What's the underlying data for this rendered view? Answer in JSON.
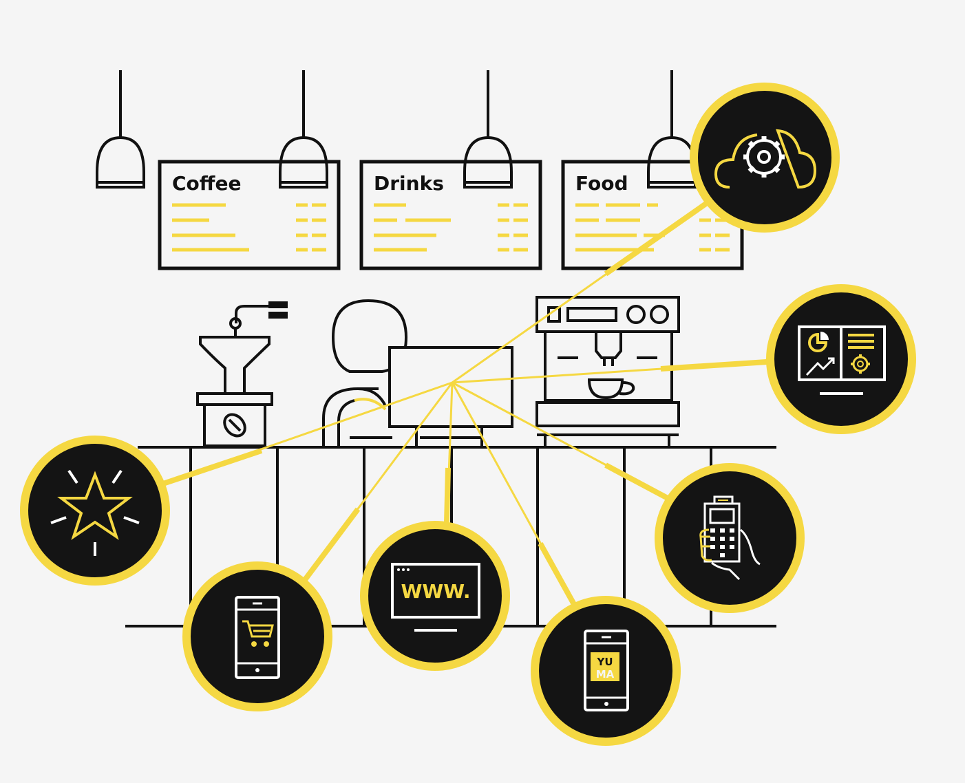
{
  "menu_boards": [
    {
      "title": "Coffee"
    },
    {
      "title": "Drinks"
    },
    {
      "title": "Food"
    }
  ],
  "badges": {
    "web": "WWW.",
    "app_top": "YU",
    "app_bottom": "MA"
  },
  "icons": [
    "cloud-settings-icon",
    "dashboard-analytics-icon",
    "card-terminal-icon",
    "branded-app-icon",
    "website-icon",
    "mobile-shop-icon",
    "loyalty-star-icon"
  ],
  "colors": {
    "accent": "#f5d842",
    "ink": "#111111",
    "circle_fill": "#141414",
    "background": "#f5f5f5"
  }
}
